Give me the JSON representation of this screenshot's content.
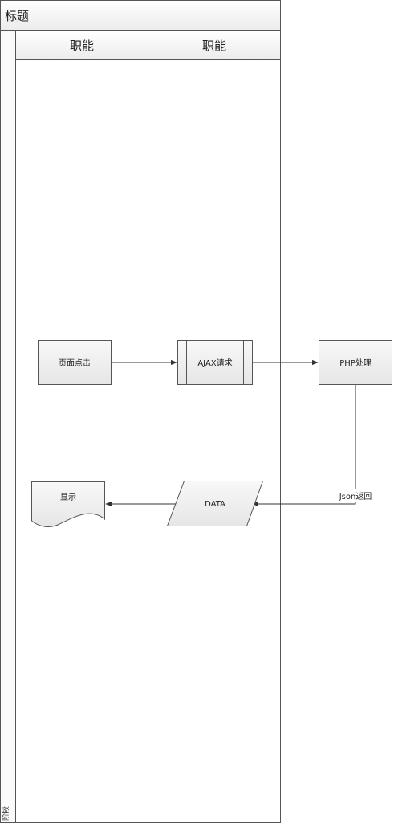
{
  "pool": {
    "title": "标题",
    "phase_label": "阶段"
  },
  "lanes": [
    {
      "label": "职能"
    },
    {
      "label": "职能"
    }
  ],
  "nodes": {
    "page_click": {
      "label": "页面点击",
      "shape": "process"
    },
    "ajax_request": {
      "label": "AJAX请求",
      "shape": "predefined-process"
    },
    "php_process": {
      "label": "PHP处理",
      "shape": "process"
    },
    "data": {
      "label": "DATA",
      "shape": "data"
    },
    "display": {
      "label": "显示",
      "shape": "document"
    }
  },
  "edges": [
    {
      "from": "页面点击",
      "to": "AJAX请求",
      "label": ""
    },
    {
      "from": "AJAX请求",
      "to": "PHP处理",
      "label": ""
    },
    {
      "from": "PHP处理",
      "to": "DATA",
      "label": "Json返回"
    },
    {
      "from": "DATA",
      "to": "显示",
      "label": ""
    }
  ],
  "colors": {
    "line": "#555555",
    "node_fill": "#eeeeee",
    "header_fill": "#f5f5f5",
    "arrow": "#333333"
  }
}
